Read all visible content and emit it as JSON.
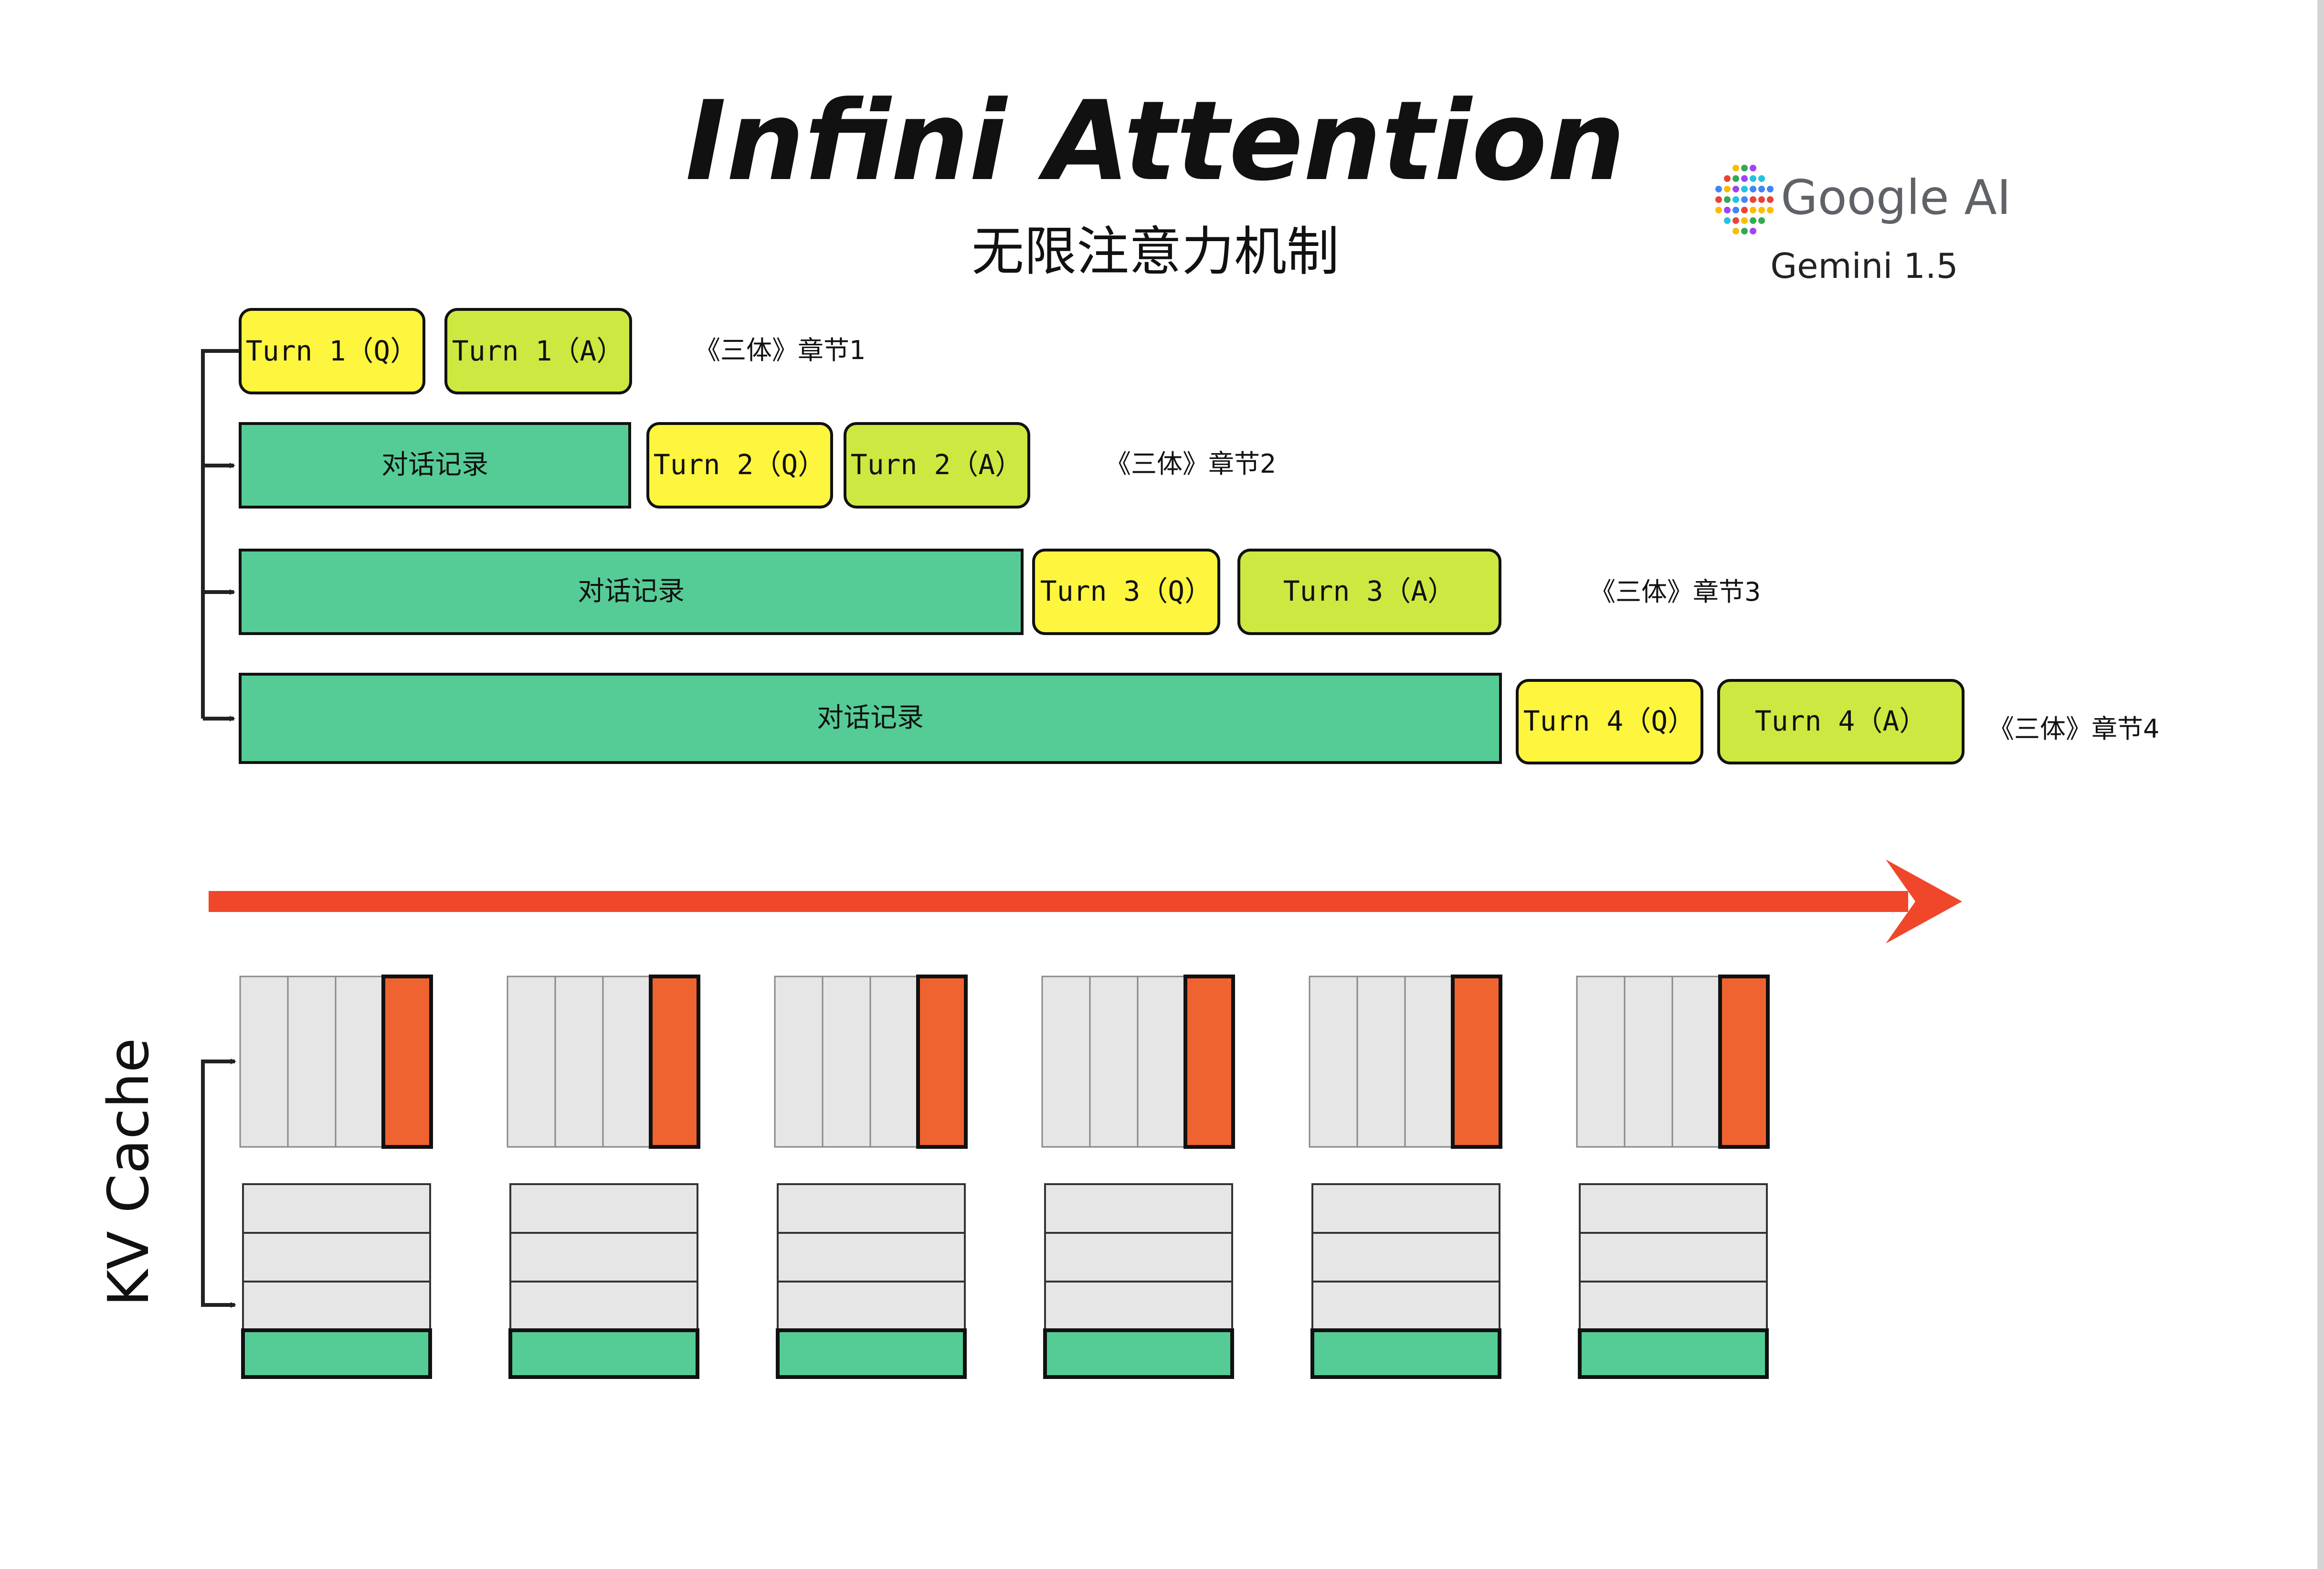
{
  "header": {
    "title": "Infini Attention",
    "subtitle": "无限注意力机制"
  },
  "brand": {
    "logo_text": "Google AI",
    "model": "Gemini 1.5"
  },
  "rows": [
    {
      "history": null,
      "question": "Turn 1（Q）",
      "answer": "Turn 1（A）",
      "chapter": "《三体》章节1"
    },
    {
      "history": "对话记录",
      "question": "Turn 2（Q）",
      "answer": "Turn 2（A）",
      "chapter": "《三体》章节2"
    },
    {
      "history": "对话记录",
      "question": "Turn 3（Q）",
      "answer": "Turn 3（A）",
      "chapter": "《三体》章节3"
    },
    {
      "history": "对话记录",
      "question": "Turn 4（Q）",
      "answer": "Turn 4（A）",
      "chapter": "《三体》章节4"
    }
  ],
  "kv_cache": {
    "label": "KV Cache",
    "block_count": 6
  },
  "colors": {
    "question": "#fdf53e",
    "answer": "#cde841",
    "history": "#55cc96",
    "arrow": "#f0472a",
    "cache_highlight": "#ef6330",
    "cache_cell": "#e6e6e6",
    "cache_green": "#55cc96"
  }
}
